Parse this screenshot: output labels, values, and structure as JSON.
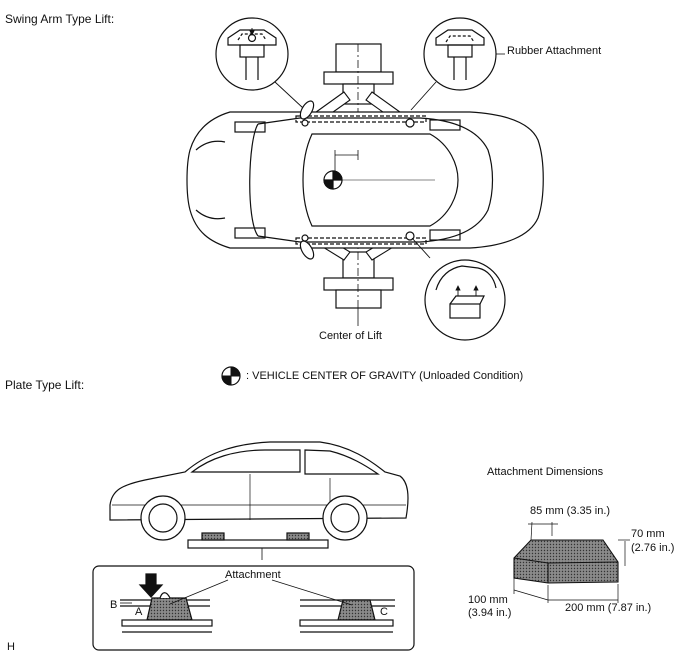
{
  "swing": {
    "title": "Swing Arm Type Lift:",
    "rubber_attachment": "Rubber Attachment",
    "center_of_lift": "Center of Lift"
  },
  "legend": {
    "cog_text": ": VEHICLE CENTER OF GRAVITY (Unloaded Condition)"
  },
  "plate": {
    "title": "Plate Type Lift:",
    "attachment": "Attachment",
    "label_a": "A",
    "label_b": "B",
    "label_c": "C"
  },
  "dims": {
    "title": "Attachment Dimensions",
    "d85": "85 mm (3.35 in.)",
    "d70_mm": "70 mm",
    "d70_in": "(2.76 in.)",
    "d100_mm": "100 mm",
    "d100_in": "(3.94 in.)",
    "d200": "200 mm (7.87 in.)"
  },
  "corner_mark": "H"
}
